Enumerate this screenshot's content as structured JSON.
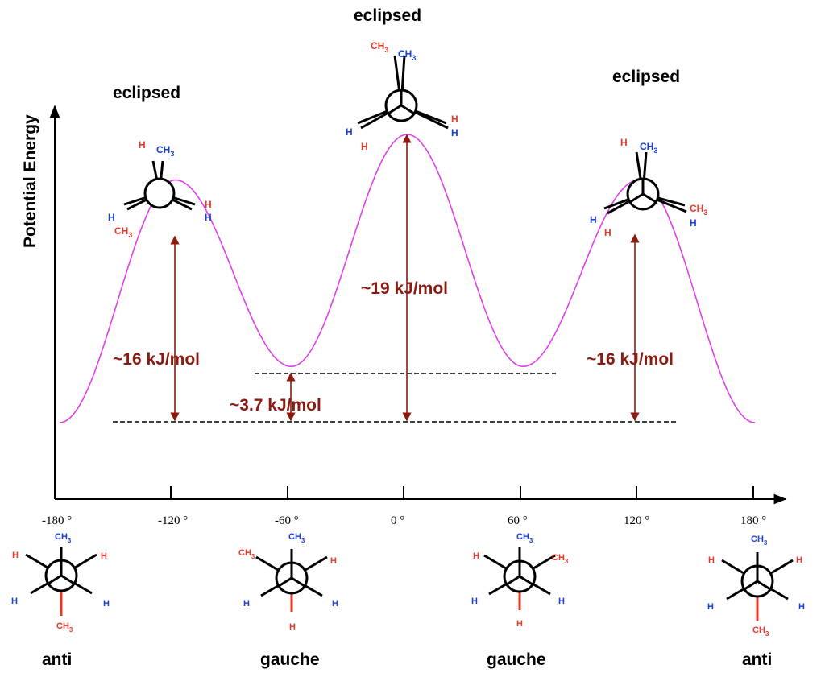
{
  "chart_data": {
    "type": "line",
    "ylabel": "Potential Energy",
    "xlabel": "",
    "x_ticks": [
      "-180 °",
      "-120 °",
      "-60 °",
      "0 °",
      "60 °",
      "120 °",
      "180 °"
    ],
    "x": [
      -180,
      -120,
      -60,
      0,
      60,
      120,
      180
    ],
    "y": [
      0,
      16,
      3.7,
      19,
      3.7,
      16,
      0
    ],
    "xlim": [
      -180,
      180
    ],
    "ylim": [
      0,
      19
    ],
    "y_unit": "kJ/mol",
    "grid": false,
    "colors": {
      "curve": "#e040e8",
      "arrow": "#8b1a10",
      "red": "#e8382c",
      "blue": "#1a3fd8"
    },
    "peak_labels": [
      {
        "x": -120,
        "text": "eclipsed"
      },
      {
        "x": 0,
        "text": "eclipsed"
      },
      {
        "x": 120,
        "text": "eclipsed"
      }
    ],
    "energy_annotations": [
      {
        "x": -120,
        "text": "~16 kJ/mol"
      },
      {
        "x": -60,
        "text": "~3.7 kJ/mol"
      },
      {
        "x": 0,
        "text": "~19 kJ/mol"
      },
      {
        "x": 120,
        "text": "~16 kJ/mol"
      }
    ],
    "conformer_labels": [
      {
        "x": -180,
        "text": "anti"
      },
      {
        "x": -60,
        "text": "gauche"
      },
      {
        "x": 60,
        "text": "gauche"
      },
      {
        "x": 180,
        "text": "anti"
      }
    ]
  },
  "atoms": {
    "h": "H",
    "ch": "CH",
    "three": "3"
  }
}
